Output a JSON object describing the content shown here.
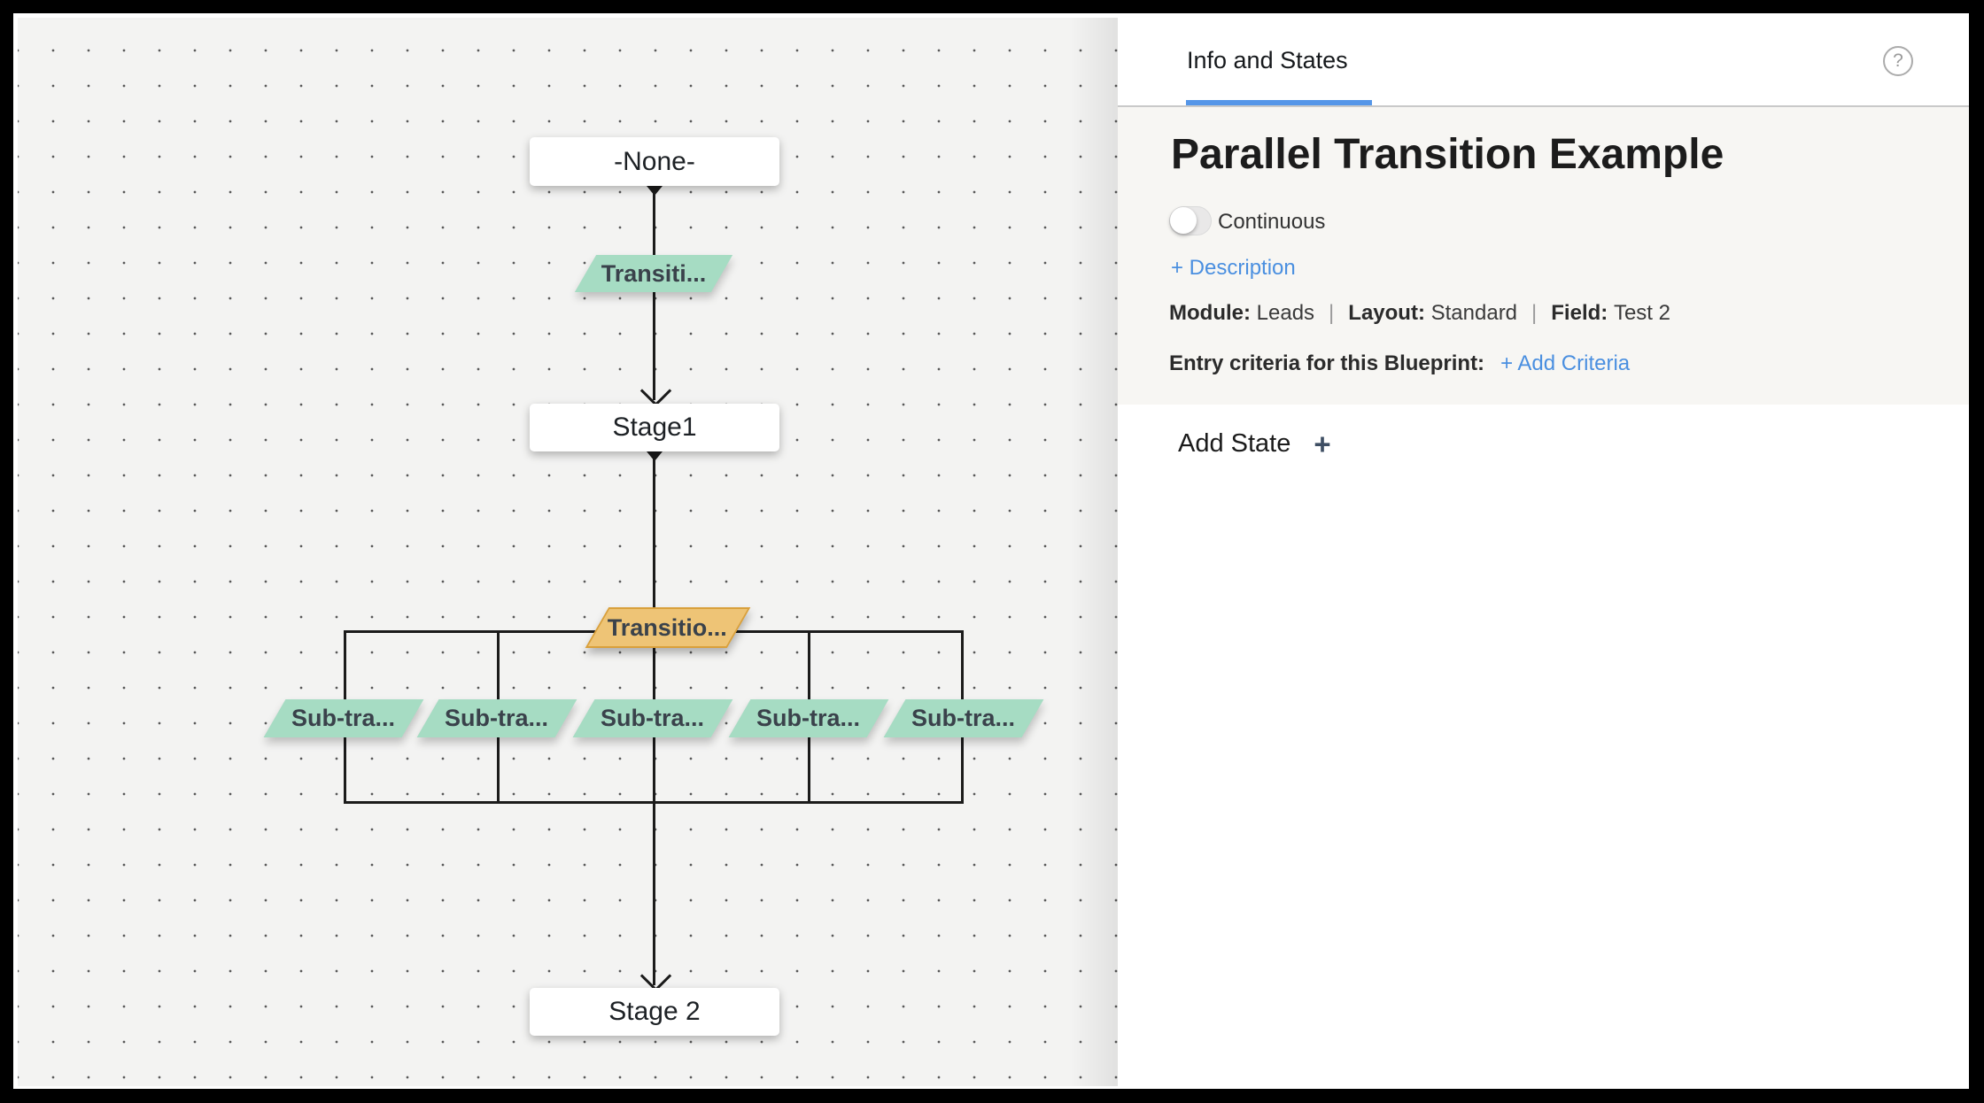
{
  "canvas": {
    "states": [
      {
        "label": "-None-"
      },
      {
        "label": "Stage1"
      },
      {
        "label": "Stage 2"
      }
    ],
    "transitions": [
      {
        "label": "Transiti...",
        "color": "green"
      },
      {
        "label": "Transitio...",
        "color": "orange"
      }
    ],
    "sub_transitions": [
      "Sub-tra...",
      "Sub-tra...",
      "Sub-tra...",
      "Sub-tra...",
      "Sub-tra..."
    ]
  },
  "panel": {
    "tab_label": "Info and States",
    "help_glyph": "?",
    "title": "Parallel Transition Example",
    "toggle_label": "Continuous",
    "toggle_state": "off",
    "description_link": "+ Description",
    "meta": {
      "module_label": "Module:",
      "module_value": "Leads",
      "layout_label": "Layout:",
      "layout_value": "Standard",
      "field_label": "Field:",
      "field_value": "Test 2",
      "separator": "|"
    },
    "entry_label": "Entry criteria for this Blueprint:",
    "add_criteria_link": "+ Add Criteria",
    "add_state_label": "Add State",
    "plus_glyph": "+"
  },
  "colors": {
    "accent_blue": "#5596e8",
    "link_blue": "#4a8fe0",
    "transition_green": "#a6dcc3",
    "transition_orange": "#eec476",
    "orange_border": "#d9a03c",
    "line_black": "#1b1b1b",
    "canvas_bg": "#f3f3f2",
    "info_bg": "#f7f6f3"
  }
}
